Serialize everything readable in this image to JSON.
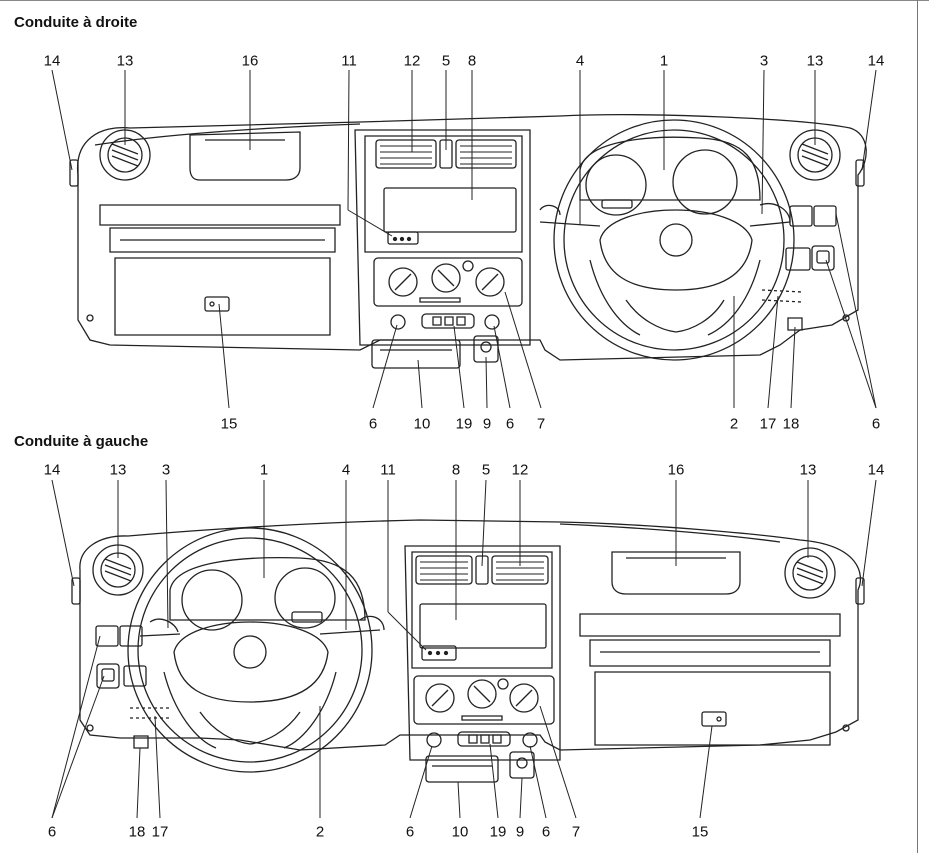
{
  "diagrams": [
    {
      "title": "Conduite à droite",
      "callouts": {
        "top": [
          "14",
          "13",
          "16",
          "11",
          "12",
          "5",
          "8",
          "4",
          "1",
          "3",
          "13",
          "14"
        ],
        "bottom": [
          "15",
          "6",
          "10",
          "19",
          "9",
          "6",
          "7",
          "2",
          "17",
          "18",
          "6"
        ]
      }
    },
    {
      "title": "Conduite à gauche",
      "callouts": {
        "top": [
          "14",
          "13",
          "3",
          "1",
          "4",
          "11",
          "8",
          "5",
          "12",
          "16",
          "13",
          "14"
        ],
        "bottom": [
          "6",
          "18",
          "17",
          "2",
          "6",
          "10",
          "19",
          "9",
          "6",
          "7",
          "15"
        ]
      }
    }
  ]
}
